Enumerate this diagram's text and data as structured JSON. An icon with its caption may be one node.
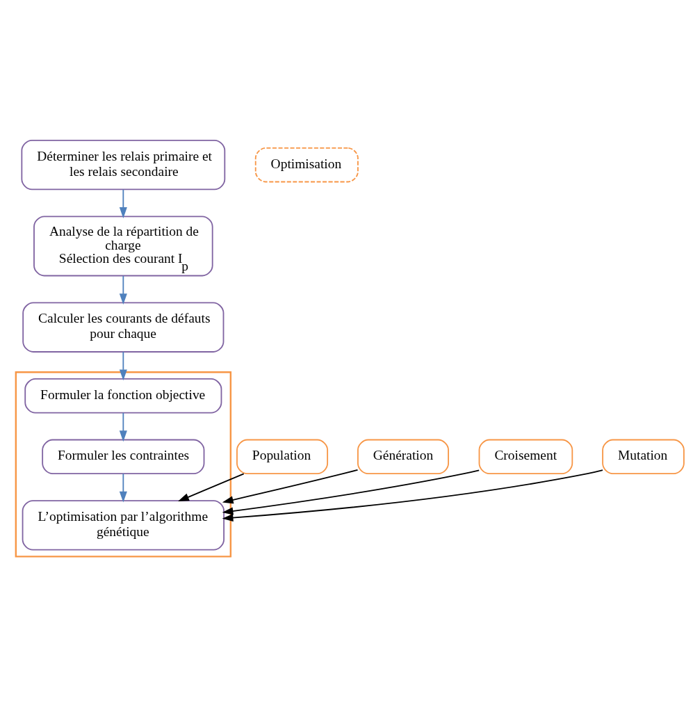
{
  "diagram": {
    "nodes": [
      {
        "text": [
          "Déterminer les relais primaire et les relais secondaire"
        ]
      },
      {
        "text": [
          "Analyse de la répartition de charge",
          "Sélection des courant I$_{p}$"
        ]
      },
      {
        "text": [
          "Calculer les courants de défauts pour chaque"
        ]
      },
      {
        "text": [],
        "shape": "trapezoid"
      },
      {
        "text": [
          "Formuler la fonction objective"
        ],
        "in": 3
      },
      {
        "text": [
          "Formuler les contraintes"
        ],
        "in": 3
      },
      {
        "text": [
          "L’optimisation par l’algorithme génétique"
        ],
        "in": 3
      },
      {
        "text": [
          "Optimisation"
        ]
      },
      {
        "text": [
          "Population"
        ]
      },
      {
        "text": [
          "Génération"
        ]
      },
      {
        "text": [
          "Croisement"
        ]
      },
      {
        "text": [
          "Mutation"
        ]
      }
    ],
    "edges": [
      {
        "from": 0,
        "to": 1,
        "arrow": "to"
      },
      {
        "from": 1,
        "to": 2,
        "arrow": "to"
      },
      {
        "from": 2,
        "to": 4,
        "arrow": "to"
      },
      {
        "from": 4,
        "to": 5,
        "arrow": "to"
      },
      {
        "from": 5,
        "to": 6,
        "arrow": "to"
      },
      {
        "from": 8,
        "to": 6,
        "arrow": "to",
        "color": "#000000"
      },
      {
        "from": 9,
        "to": 6,
        "arrow": "to",
        "color": "#000000"
      },
      {
        "from": 10,
        "to": 6,
        "arrow": "to",
        "color": "#000000"
      },
      {
        "from": 11,
        "to": 6,
        "arrow": "to",
        "color": "#000000"
      }
    ]
  }
}
